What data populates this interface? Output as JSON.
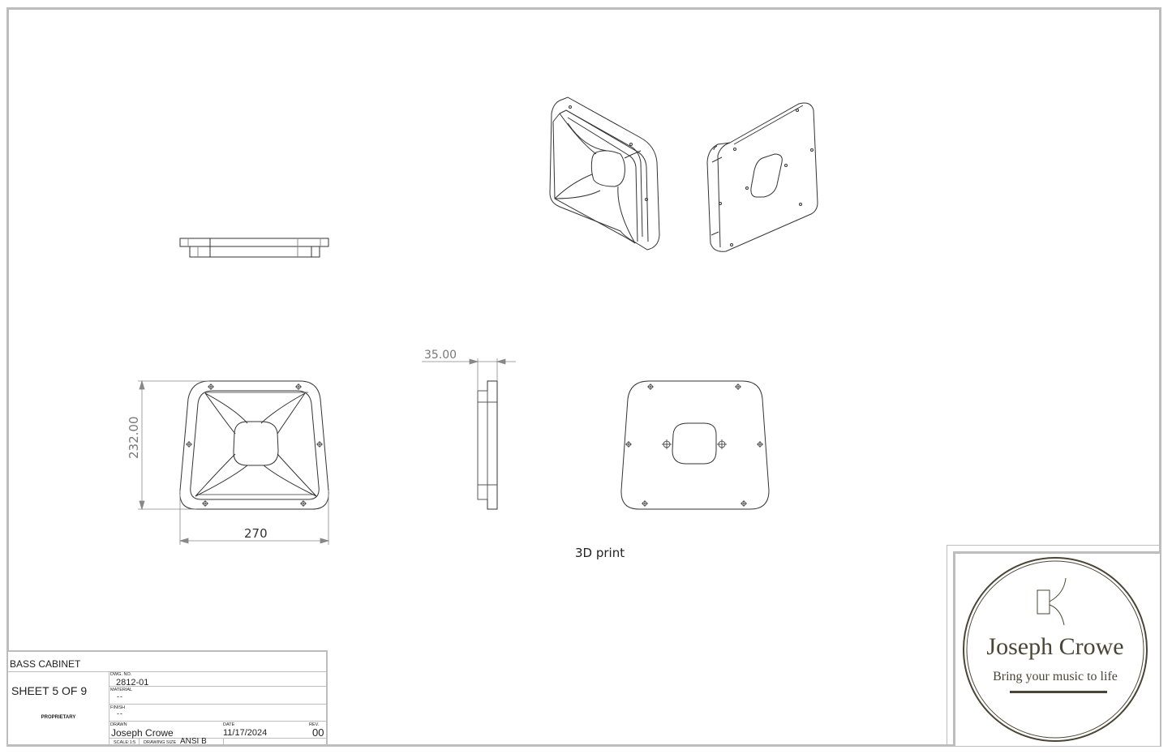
{
  "drawing": {
    "note": "3D print",
    "dimensions": {
      "height": "232.00",
      "width": "270",
      "depth": "35.00"
    },
    "views": [
      {
        "name": "top-view"
      },
      {
        "name": "isometric-front-view"
      },
      {
        "name": "isometric-back-view"
      },
      {
        "name": "front-view"
      },
      {
        "name": "side-view"
      },
      {
        "name": "back-view"
      }
    ]
  },
  "title_block": {
    "title": "BASS CABINET",
    "sheet": "SHEET 5 OF 9",
    "proprietary": "PROPRIETARY",
    "dwg_no_label": "DWG. NO.",
    "dwg_no": "2812-01",
    "material_label": "MATERIAL",
    "material": "--",
    "finish_label": "FINISH",
    "finish": "--",
    "drawn_label": "DRAWN",
    "drawn": "Joseph Crowe",
    "date_label": "DATE",
    "date": "11/17/2024",
    "rev_label": "REV.",
    "rev": "00",
    "scale_label": "SCALE:1:5",
    "drawing_size_label": "DRAWING SIZE",
    "drawing_size": "ANSI B"
  },
  "logo": {
    "name": "Joseph Crowe",
    "tagline": "Bring your music to life",
    "color": "#4a4535"
  }
}
